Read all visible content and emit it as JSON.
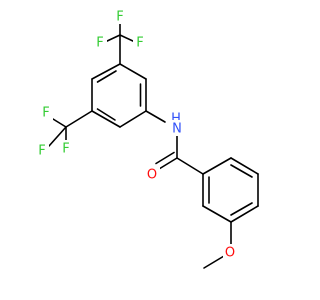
{
  "molecule": {
    "colors": {
      "bond": "#000000",
      "F": "#33cc33",
      "N": "#3050f8",
      "H": "#3050f8",
      "O": "#ff0d0d",
      "background": "#ffffff"
    },
    "atoms": {
      "f_top_left": "F",
      "f_top_mid": "F",
      "f_top_right": "F",
      "f_left_upper": "F",
      "f_left_mid": "F",
      "f_left_lower": "F",
      "amide_h": "H",
      "amide_n": "N",
      "carbonyl_o": "O",
      "methoxy_o": "O"
    }
  }
}
